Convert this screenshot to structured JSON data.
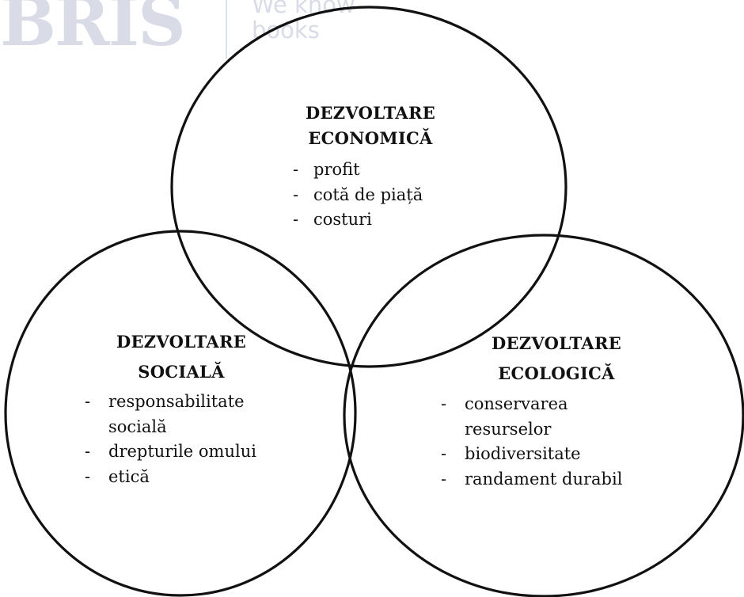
{
  "watermark": {
    "logo": "BRIS",
    "tagline": [
      "We know",
      "books"
    ]
  },
  "circles": {
    "economic": {
      "title": [
        "DEZVOLTARE",
        "ECONOMICĂ"
      ],
      "items": [
        "profit",
        "cotă de piață",
        "costuri"
      ]
    },
    "social": {
      "title": [
        "DEZVOLTARE",
        "SOCIALĂ"
      ],
      "items": [
        "responsabilitate socială",
        "drepturile omului",
        "etică"
      ]
    },
    "ecological": {
      "title": [
        "DEZVOLTARE",
        "ECOLOGICĂ"
      ],
      "items": [
        "conservarea resurselor",
        "biodiversitate",
        "randament durabil"
      ]
    }
  },
  "colors": {
    "stroke": "#111111",
    "watermark": "#d9dce6"
  }
}
